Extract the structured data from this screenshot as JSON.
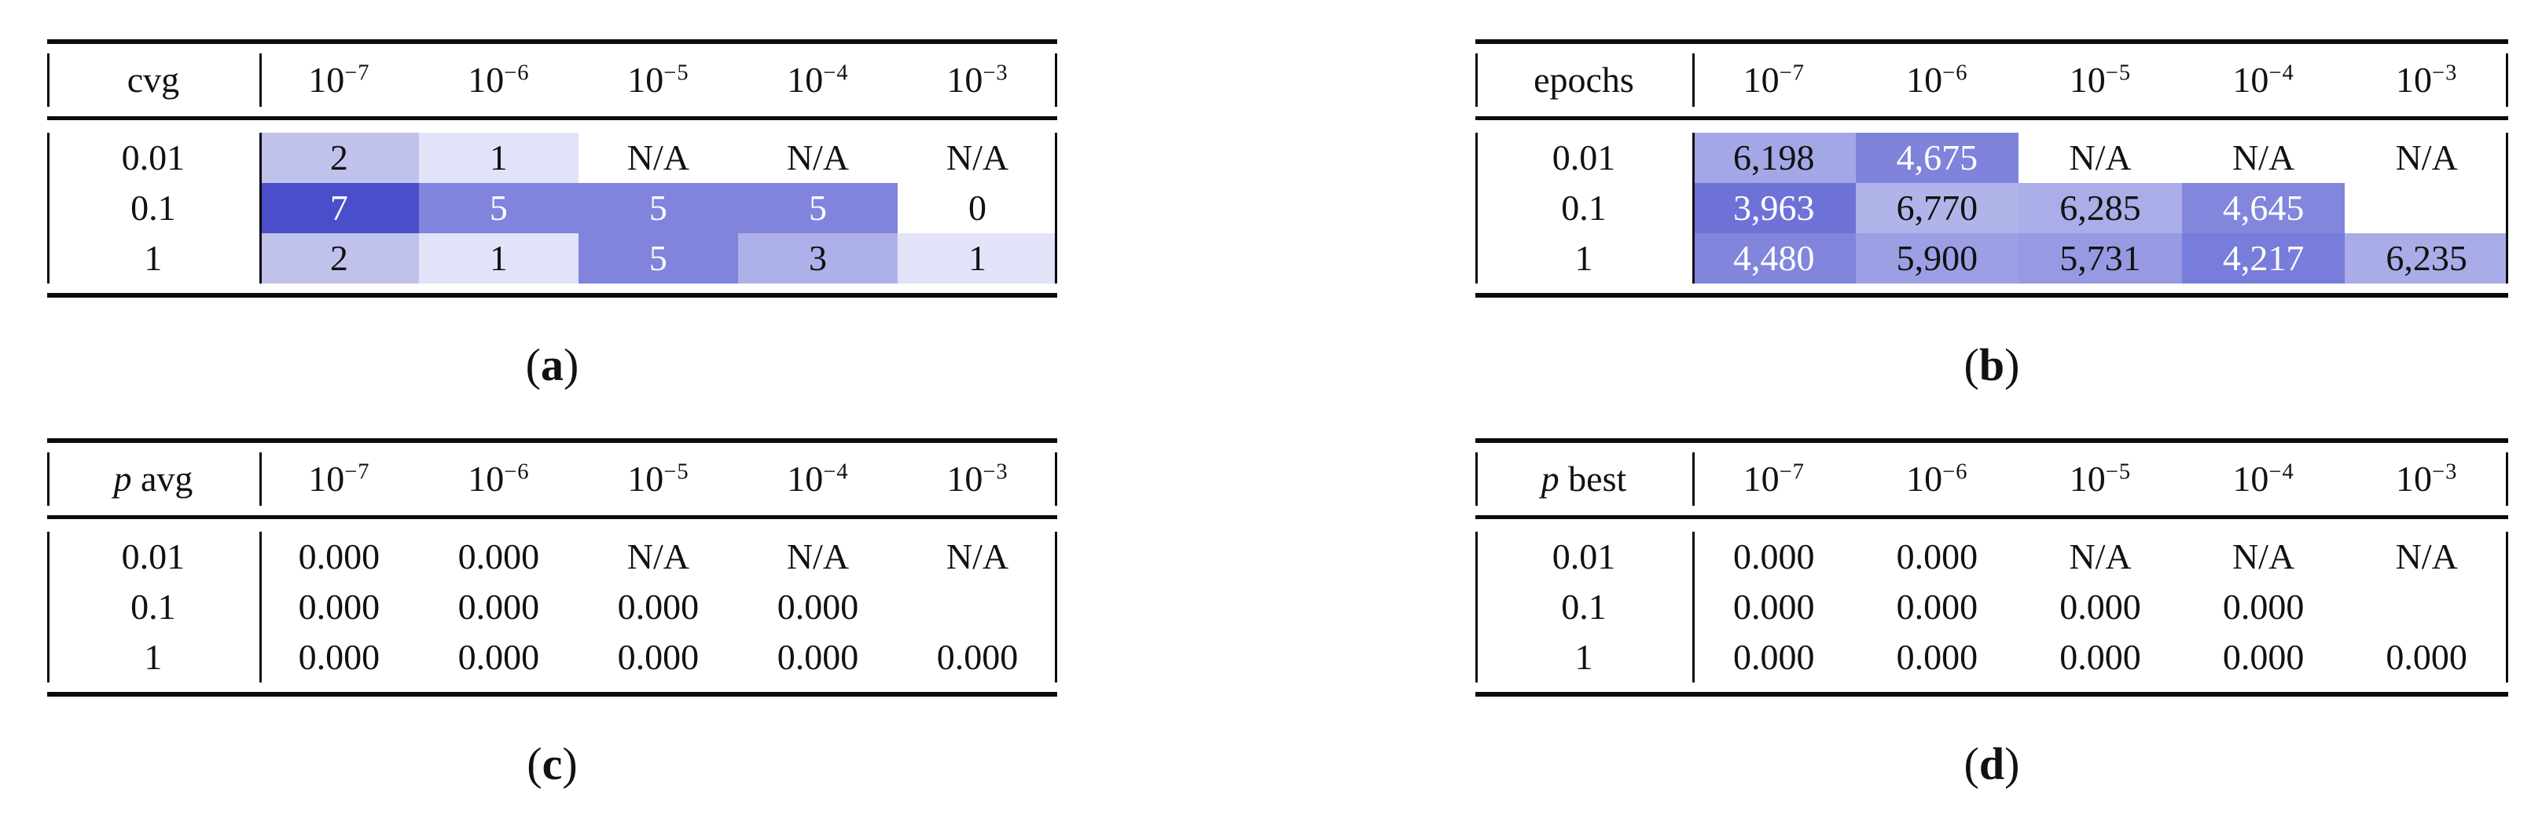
{
  "captions": {
    "open": "(",
    "close": ")"
  },
  "col_headers": [
    {
      "base": "10",
      "exp": "−7"
    },
    {
      "base": "10",
      "exp": "−6"
    },
    {
      "base": "10",
      "exp": "−5"
    },
    {
      "base": "10",
      "exp": "−4"
    },
    {
      "base": "10",
      "exp": "−3"
    }
  ],
  "heatmap_accent_dark": "#4a4eca",
  "heatmap_accent_light": "#e2e3f8",
  "tables": {
    "a": {
      "title_italic": "",
      "title": "cvg",
      "caption_letter": "a",
      "rows": [
        {
          "label": "0.01",
          "cells": [
            {
              "text": "2",
              "bg": "#c0c2ec",
              "fg": "#111111"
            },
            {
              "text": "1",
              "bg": "#e2e3f8",
              "fg": "#111111"
            },
            {
              "text": "N/A",
              "bg": "#ffffff",
              "fg": "#111111"
            },
            {
              "text": "N/A",
              "bg": "#ffffff",
              "fg": "#111111"
            },
            {
              "text": "N/A",
              "bg": "#ffffff",
              "fg": "#111111"
            }
          ]
        },
        {
          "label": "0.1",
          "cells": [
            {
              "text": "7",
              "bg": "#4a4eca",
              "fg": "#ffffff"
            },
            {
              "text": "5",
              "bg": "#8084dc",
              "fg": "#ffffff"
            },
            {
              "text": "5",
              "bg": "#8084dc",
              "fg": "#ffffff"
            },
            {
              "text": "5",
              "bg": "#8084dc",
              "fg": "#ffffff"
            },
            {
              "text": "0",
              "bg": "#ffffff",
              "fg": "#111111"
            }
          ]
        },
        {
          "label": "1",
          "cells": [
            {
              "text": "2",
              "bg": "#c0c2ec",
              "fg": "#111111"
            },
            {
              "text": "1",
              "bg": "#e2e3f8",
              "fg": "#111111"
            },
            {
              "text": "5",
              "bg": "#8084dc",
              "fg": "#ffffff"
            },
            {
              "text": "3",
              "bg": "#aeb1e9",
              "fg": "#111111"
            },
            {
              "text": "1",
              "bg": "#e2e3f8",
              "fg": "#111111"
            }
          ]
        }
      ]
    },
    "b": {
      "title_italic": "",
      "title": "epochs",
      "caption_letter": "b",
      "rows": [
        {
          "label": "0.01",
          "cells": [
            {
              "text": "6,198",
              "bg": "#a4a7e5",
              "fg": "#111111"
            },
            {
              "text": "4,675",
              "bg": "#7f83dc",
              "fg": "#ffffff"
            },
            {
              "text": "N/A",
              "bg": "#ffffff",
              "fg": "#111111"
            },
            {
              "text": "N/A",
              "bg": "#ffffff",
              "fg": "#111111"
            },
            {
              "text": "N/A",
              "bg": "#ffffff",
              "fg": "#111111"
            }
          ]
        },
        {
          "label": "0.1",
          "cells": [
            {
              "text": "3,963",
              "bg": "#6e72d7",
              "fg": "#ffffff"
            },
            {
              "text": "6,770",
              "bg": "#b1b4e9",
              "fg": "#111111"
            },
            {
              "text": "6,285",
              "bg": "#aaade7",
              "fg": "#111111"
            },
            {
              "text": "4,645",
              "bg": "#8286dd",
              "fg": "#ffffff"
            },
            {
              "text": "",
              "bg": "#ffffff",
              "fg": "#111111"
            }
          ]
        },
        {
          "label": "1",
          "cells": [
            {
              "text": "4,480",
              "bg": "#8185dc",
              "fg": "#ffffff"
            },
            {
              "text": "5,900",
              "bg": "#9c9fe3",
              "fg": "#111111"
            },
            {
              "text": "5,731",
              "bg": "#979ae2",
              "fg": "#111111"
            },
            {
              "text": "4,217",
              "bg": "#787cda",
              "fg": "#ffffff"
            },
            {
              "text": "6,235",
              "bg": "#a9ace7",
              "fg": "#111111"
            }
          ]
        }
      ]
    },
    "c": {
      "title_italic": "p",
      "title": " avg",
      "caption_letter": "c",
      "rows": [
        {
          "label": "0.01",
          "cells": [
            {
              "text": "0.000",
              "bg": "#ffffff",
              "fg": "#111111"
            },
            {
              "text": "0.000",
              "bg": "#ffffff",
              "fg": "#111111"
            },
            {
              "text": "N/A",
              "bg": "#ffffff",
              "fg": "#111111"
            },
            {
              "text": "N/A",
              "bg": "#ffffff",
              "fg": "#111111"
            },
            {
              "text": "N/A",
              "bg": "#ffffff",
              "fg": "#111111"
            }
          ]
        },
        {
          "label": "0.1",
          "cells": [
            {
              "text": "0.000",
              "bg": "#ffffff",
              "fg": "#111111"
            },
            {
              "text": "0.000",
              "bg": "#ffffff",
              "fg": "#111111"
            },
            {
              "text": "0.000",
              "bg": "#ffffff",
              "fg": "#111111"
            },
            {
              "text": "0.000",
              "bg": "#ffffff",
              "fg": "#111111"
            },
            {
              "text": "",
              "bg": "#ffffff",
              "fg": "#111111"
            }
          ]
        },
        {
          "label": "1",
          "cells": [
            {
              "text": "0.000",
              "bg": "#ffffff",
              "fg": "#111111"
            },
            {
              "text": "0.000",
              "bg": "#ffffff",
              "fg": "#111111"
            },
            {
              "text": "0.000",
              "bg": "#ffffff",
              "fg": "#111111"
            },
            {
              "text": "0.000",
              "bg": "#ffffff",
              "fg": "#111111"
            },
            {
              "text": "0.000",
              "bg": "#ffffff",
              "fg": "#111111"
            }
          ]
        }
      ]
    },
    "d": {
      "title_italic": "p",
      "title": " best",
      "caption_letter": "d",
      "rows": [
        {
          "label": "0.01",
          "cells": [
            {
              "text": "0.000",
              "bg": "#ffffff",
              "fg": "#111111"
            },
            {
              "text": "0.000",
              "bg": "#ffffff",
              "fg": "#111111"
            },
            {
              "text": "N/A",
              "bg": "#ffffff",
              "fg": "#111111"
            },
            {
              "text": "N/A",
              "bg": "#ffffff",
              "fg": "#111111"
            },
            {
              "text": "N/A",
              "bg": "#ffffff",
              "fg": "#111111"
            }
          ]
        },
        {
          "label": "0.1",
          "cells": [
            {
              "text": "0.000",
              "bg": "#ffffff",
              "fg": "#111111"
            },
            {
              "text": "0.000",
              "bg": "#ffffff",
              "fg": "#111111"
            },
            {
              "text": "0.000",
              "bg": "#ffffff",
              "fg": "#111111"
            },
            {
              "text": "0.000",
              "bg": "#ffffff",
              "fg": "#111111"
            },
            {
              "text": "",
              "bg": "#ffffff",
              "fg": "#111111"
            }
          ]
        },
        {
          "label": "1",
          "cells": [
            {
              "text": "0.000",
              "bg": "#ffffff",
              "fg": "#111111"
            },
            {
              "text": "0.000",
              "bg": "#ffffff",
              "fg": "#111111"
            },
            {
              "text": "0.000",
              "bg": "#ffffff",
              "fg": "#111111"
            },
            {
              "text": "0.000",
              "bg": "#ffffff",
              "fg": "#111111"
            },
            {
              "text": "0.000",
              "bg": "#ffffff",
              "fg": "#111111"
            }
          ]
        }
      ]
    }
  }
}
